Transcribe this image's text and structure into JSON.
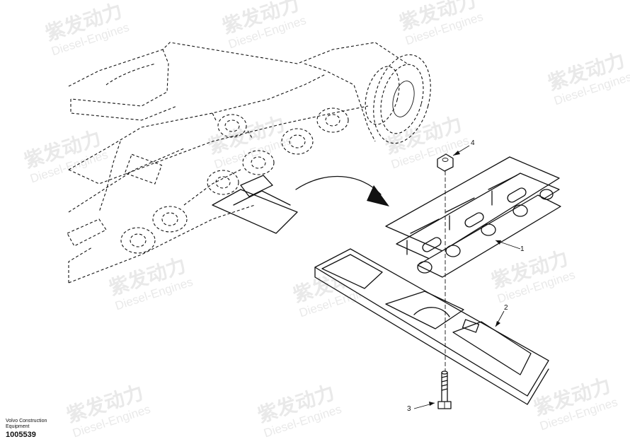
{
  "callouts": [
    "1",
    "2",
    "3",
    "4"
  ],
  "watermark": {
    "cn": "紫发动力",
    "en": "Diesel-Engines"
  },
  "footer": {
    "maker_line1": "Volvo Construction",
    "maker_line2": "Equipment",
    "document_number": "1005539"
  }
}
